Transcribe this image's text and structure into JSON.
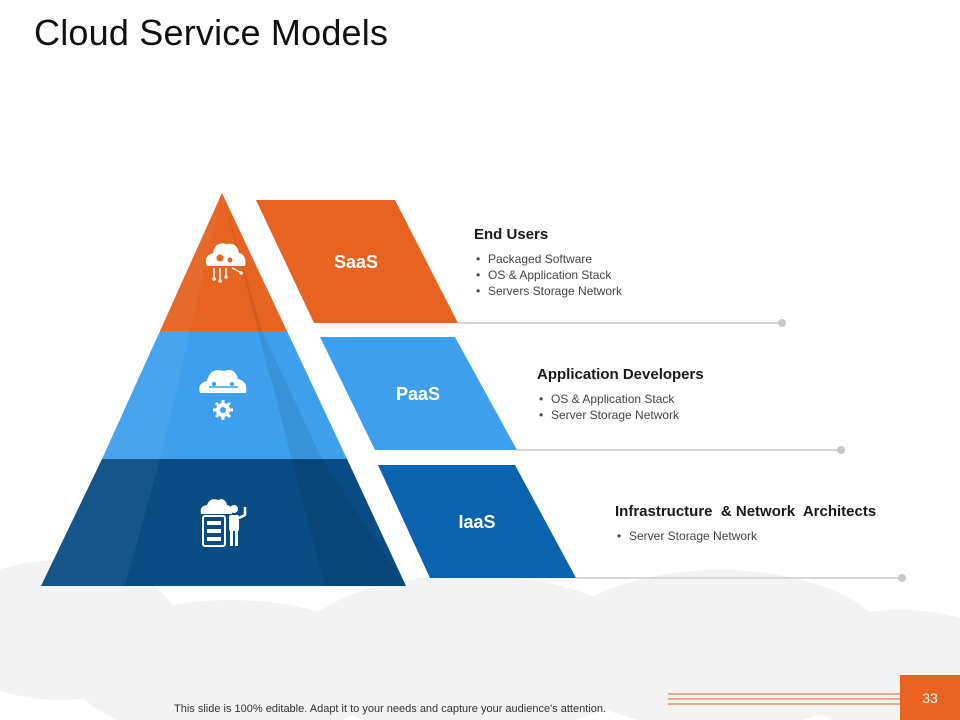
{
  "title": "Cloud Service Models",
  "layers": [
    {
      "label": "SaaS",
      "heading": "End Users",
      "bullets": [
        "Packaged Software",
        "OS & Application Stack",
        "Servers  Storage Network"
      ],
      "icon": "cloud-gear-circuit-icon"
    },
    {
      "label": "PaaS",
      "heading": "Application Developers",
      "bullets": [
        "OS & Application Stack",
        "Server  Storage Network"
      ],
      "icon": "cloud-network-gear-icon"
    },
    {
      "label": "IaaS",
      "heading": "Infrastructure  & Network  Architects",
      "bullets": [
        "Server  Storage Network"
      ],
      "icon": "server-person-icon"
    }
  ],
  "colors": {
    "saas": "#e66322",
    "paas": "#3ea0ec",
    "iaas": "#094c84",
    "iaas_label": "#0b63ad",
    "accent": "#e8631f"
  },
  "footer": {
    "note": "This slide is 100% editable. Adapt it to your needs and capture your audience's attention.",
    "page_number": "33"
  }
}
